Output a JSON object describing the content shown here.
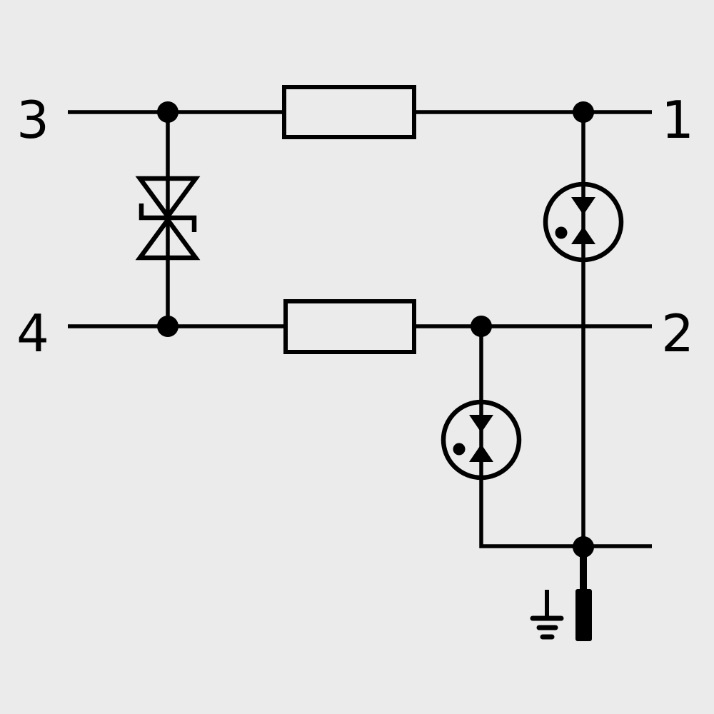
{
  "diagram": {
    "type": "circuit-schematic",
    "description": "Surge protection module connection diagram with terminals 3/1 and 4/2, series resistors, bidirectional suppressor diode, two gas-discharge arresters and earth terminal",
    "colors": {
      "background": "#ebebeb",
      "line": "#000000"
    },
    "terminals": {
      "top_left": "3",
      "top_right": "1",
      "mid_left": "4",
      "mid_right": "2"
    },
    "components": [
      {
        "name": "bidirectional-suppressor-diode",
        "location": "between terminal 3 line and terminal 4 line"
      },
      {
        "name": "resistor",
        "location": "between terminals 3 and 1"
      },
      {
        "name": "resistor",
        "location": "between terminals 4 and 2"
      },
      {
        "name": "gas-discharge-arrester",
        "location": "branch from terminal 1 line"
      },
      {
        "name": "gas-discharge-arrester",
        "location": "branch from terminal 2 line"
      },
      {
        "name": "earth-ground-symbol",
        "location": "bottom"
      },
      {
        "name": "terminal-block",
        "location": "bottom"
      }
    ]
  }
}
